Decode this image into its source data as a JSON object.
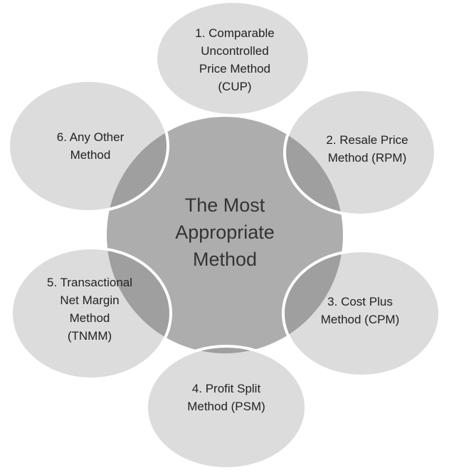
{
  "center": {
    "label": "The Most\nAppropriate\nMethod"
  },
  "methods": [
    {
      "label": "1. Comparable\nUncontrolled\nPrice Method\n(CUP)"
    },
    {
      "label": "2. Resale Price\nMethod (RPM)"
    },
    {
      "label": "3. Cost Plus\nMethod (CPM)"
    },
    {
      "label": "4. Profit Split\nMethod (PSM)"
    },
    {
      "label": "5. Transactional\nNet Margin\nMethod\n(TNMM)"
    },
    {
      "label": "6. Any Other\nMethod"
    }
  ],
  "colors": {
    "center": "#adadad",
    "outer": "#787878",
    "stroke": "#ffffff"
  }
}
